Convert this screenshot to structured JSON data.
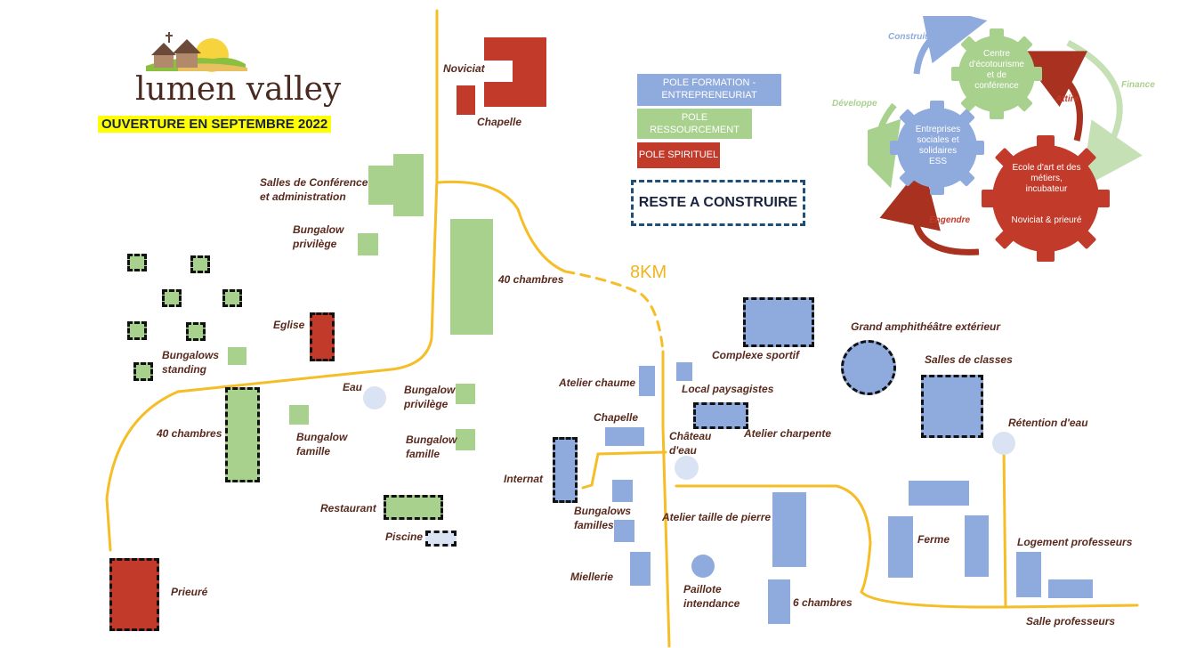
{
  "brand": {
    "name": "lumen valley",
    "opening": "OUVERTURE EN SEPTEMBRE 2022"
  },
  "legend": {
    "formation": "POLE FORMATION - ENTREPRENEURIAT",
    "ressourcement": "POLE RESSOURCEMENT",
    "spirituel": "POLE SPIRITUEL",
    "to_build": "RESTE A CONSTRUIRE"
  },
  "distance": "8KM",
  "cycle": {
    "ecotourisme": "Centre d'écotourisme et de conférence",
    "ess": "Entreprises sociales et solidaires ESS",
    "ecole": "Ecole d'art et des métiers, incubateur",
    "noviciat": "Noviciat & prieuré",
    "construit": "Construit",
    "developpe": "Développe",
    "finance": "Finance",
    "attire": "Attire",
    "engendre": "Engendre"
  },
  "colors": {
    "road": "#f5bd26",
    "ressourcement": "#a9d18e",
    "formation": "#8faadc",
    "spirituel": "#c23b2a"
  },
  "places": {
    "noviciat": "Noviciat",
    "chapelle_top": "Chapelle",
    "salles_conference": "Salles de Conférence\net administration",
    "bungalow_privilege_top": "Bungalow\nprivilège",
    "quarante_chambres_top": "40 chambres",
    "eglise": "Eglise",
    "bungalows_standing": "Bungalows\nstanding",
    "eau": "Eau",
    "bungalow_privilege_mid": "Bungalow\nprivilège",
    "quarante_chambres_left": "40 chambres",
    "bungalow_famille_left": "Bungalow\nfamille",
    "bungalow_famille_mid": "Bungalow\nfamille",
    "restaurant": "Restaurant",
    "piscine": "Piscine",
    "prieure": "Prieuré",
    "atelier_chaume": "Atelier chaume",
    "complexe_sportif": "Complexe sportif",
    "local_paysagistes": "Local paysagistes",
    "grand_amphitheatre": "Grand amphithéâtre extérieur",
    "salles_de_classes": "Salles de classes",
    "chapelle_mid": "Chapelle",
    "atelier_charpente": "Atelier charpente",
    "chateau_eau": "Château\nd'eau",
    "retention_eau": "Rétention d'eau",
    "internat": "Internat",
    "bungalows_familles": "Bungalows\nfamilles",
    "atelier_taille_pierre": "Atelier taille de pierre",
    "ferme": "Ferme",
    "logement_professeurs": "Logement professeurs",
    "miellerie": "Miellerie",
    "paillote_intendance": "Paillote\nintendance",
    "six_chambres": "6 chambres",
    "salle_professeurs": "Salle professeurs"
  }
}
